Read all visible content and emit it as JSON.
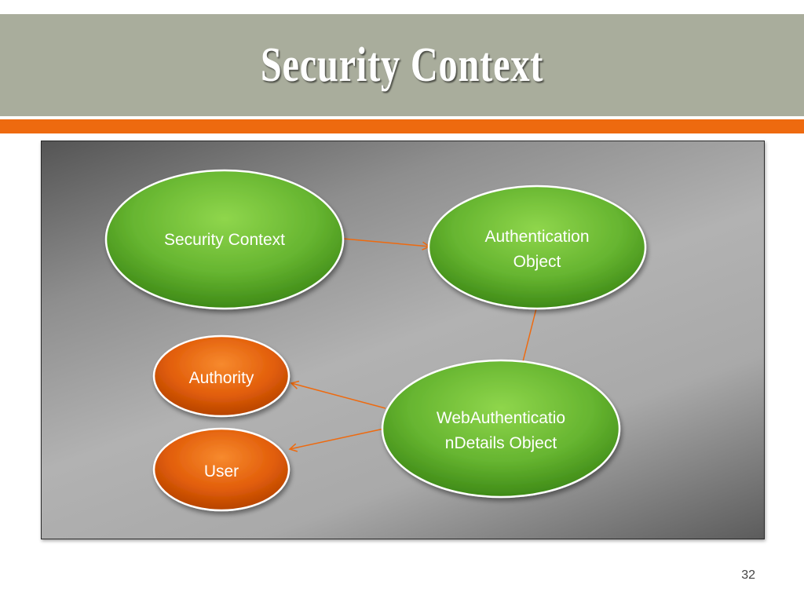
{
  "slide": {
    "title": "Security Context",
    "page_number": "32"
  },
  "colors": {
    "title_bar": "#a9ad9c",
    "accent_bar": "#ee6a0f",
    "green_node": "#5fb02a",
    "orange_node": "#e35d08",
    "arrow": "#ee6a0f"
  },
  "diagram": {
    "nodes": {
      "security_context": {
        "line1": "Security Context",
        "color": "green"
      },
      "authentication_object": {
        "line1": "Authentication",
        "line2": "Object",
        "color": "green"
      },
      "web_auth_details": {
        "line1": "WebAuthenticatio",
        "line2": "nDetails Object",
        "color": "green"
      },
      "authority": {
        "line1": "Authority",
        "color": "orange"
      },
      "user": {
        "line1": "User",
        "color": "orange"
      }
    },
    "edges": [
      {
        "from": "Security Context",
        "to": "Authentication Object"
      },
      {
        "from": "Authentication Object",
        "to": "WebAuthenticationDetails Object"
      },
      {
        "from": "WebAuthenticationDetails Object",
        "to": "Authority"
      },
      {
        "from": "WebAuthenticationDetails Object",
        "to": "User"
      }
    ]
  }
}
